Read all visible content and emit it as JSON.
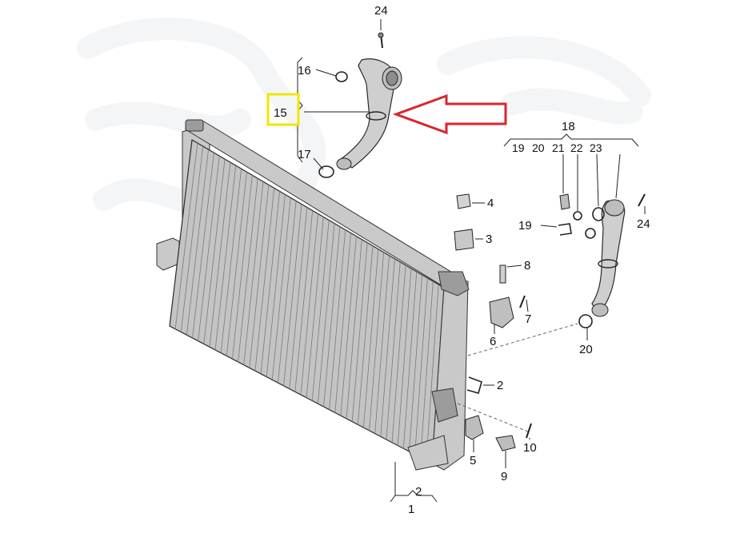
{
  "diagram": {
    "labels": {
      "l1": "1",
      "l2a": "2",
      "l2b": "2",
      "l3": "3",
      "l4": "4",
      "l5": "5",
      "l6": "6",
      "l7": "7",
      "l8": "8",
      "l9": "9",
      "l10": "10",
      "l15": "15",
      "l16": "16",
      "l17": "17",
      "l18": "18",
      "l19a": "19",
      "l19b": "19",
      "l20a": "20",
      "l20b": "20",
      "l21": "21",
      "l22": "22",
      "l23": "23",
      "l24a": "24",
      "l24b": "24"
    },
    "colors": {
      "highlight_box": "#f2e600",
      "arrow": "#d8262f",
      "radiator_fill": "#c4c4c4",
      "radiator_stroke": "#2a2a2a",
      "background_watermark": "#eef0f3"
    }
  }
}
